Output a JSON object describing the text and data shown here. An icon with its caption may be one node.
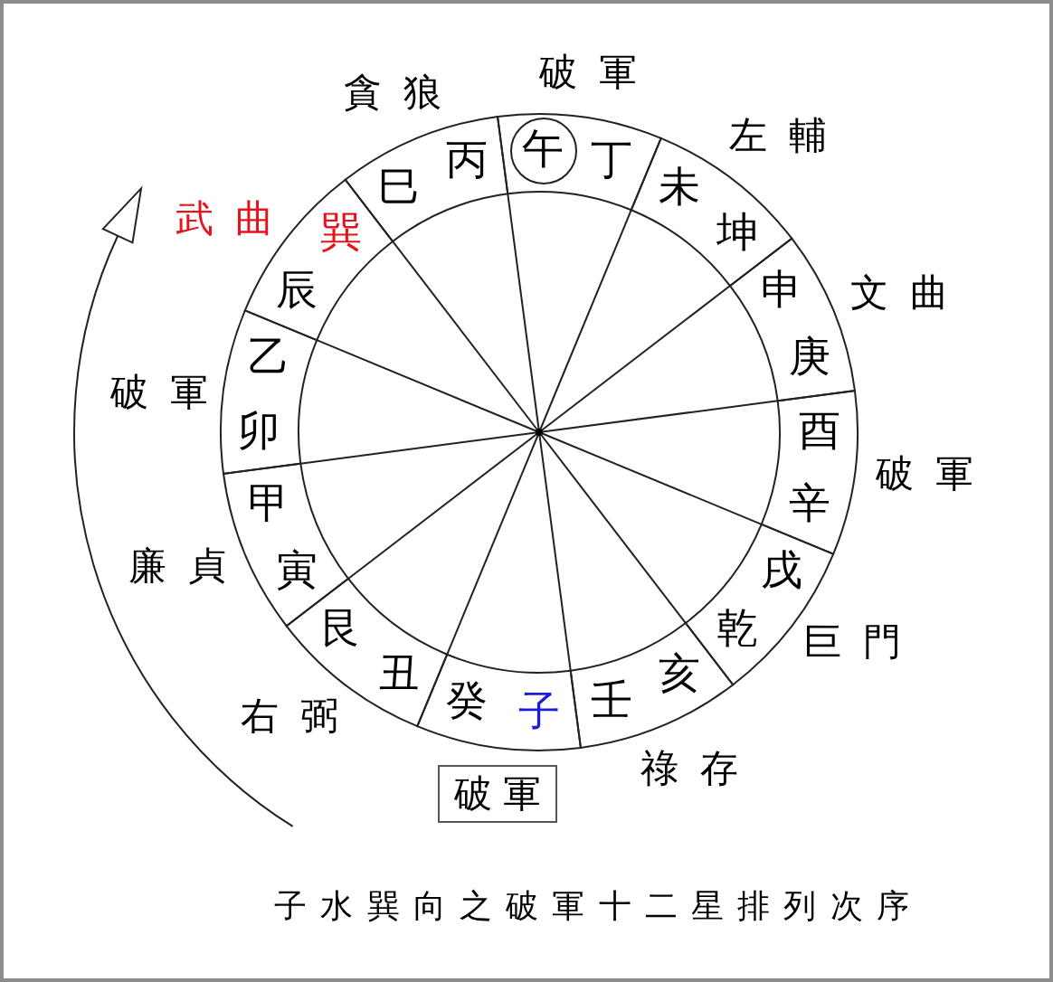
{
  "diagram": {
    "caption": "子水巽向之破軍十二星排列次序",
    "nodes": [
      {
        "text": [
          "丁"
        ],
        "beside": [
          "破軍"
        ]
      },
      {
        "text": [
          "午"
        ],
        "in": 0
      },
      {
        "text": [
          "未",
          "坤"
        ],
        "beside": [
          "左輔"
        ]
      },
      {
        "text": [
          "申",
          "庚"
        ],
        "beside": [
          "文曲"
        ]
      },
      {
        "text": [
          "酉",
          "辛"
        ],
        "beside": [
          "破軍"
        ]
      },
      {
        "text": [
          "戌",
          "乾"
        ],
        "beside": [
          "巨門"
        ]
      },
      {
        "text": [
          "亥",
          "壬"
        ],
        "beside": [
          "祿存"
        ]
      },
      {
        "text": [
          "癸",
          "子"
        ]
      },
      {
        "text": [
          "破軍"
        ]
      },
      {
        "text": [
          "丑",
          "艮"
        ],
        "beside": [
          "右弼"
        ]
      },
      {
        "text": [
          "甲",
          "寅"
        ],
        "beside": [
          "廉貞"
        ]
      },
      {
        "text": [
          "乙",
          "卯"
        ],
        "beside": [
          "破軍"
        ]
      },
      {
        "text": [
          "辰",
          "巽"
        ],
        "beside": [
          "武曲"
        ]
      },
      {
        "text": [
          "巳",
          "丙"
        ],
        "beside": [
          "貪狼"
        ]
      }
    ]
  }
}
